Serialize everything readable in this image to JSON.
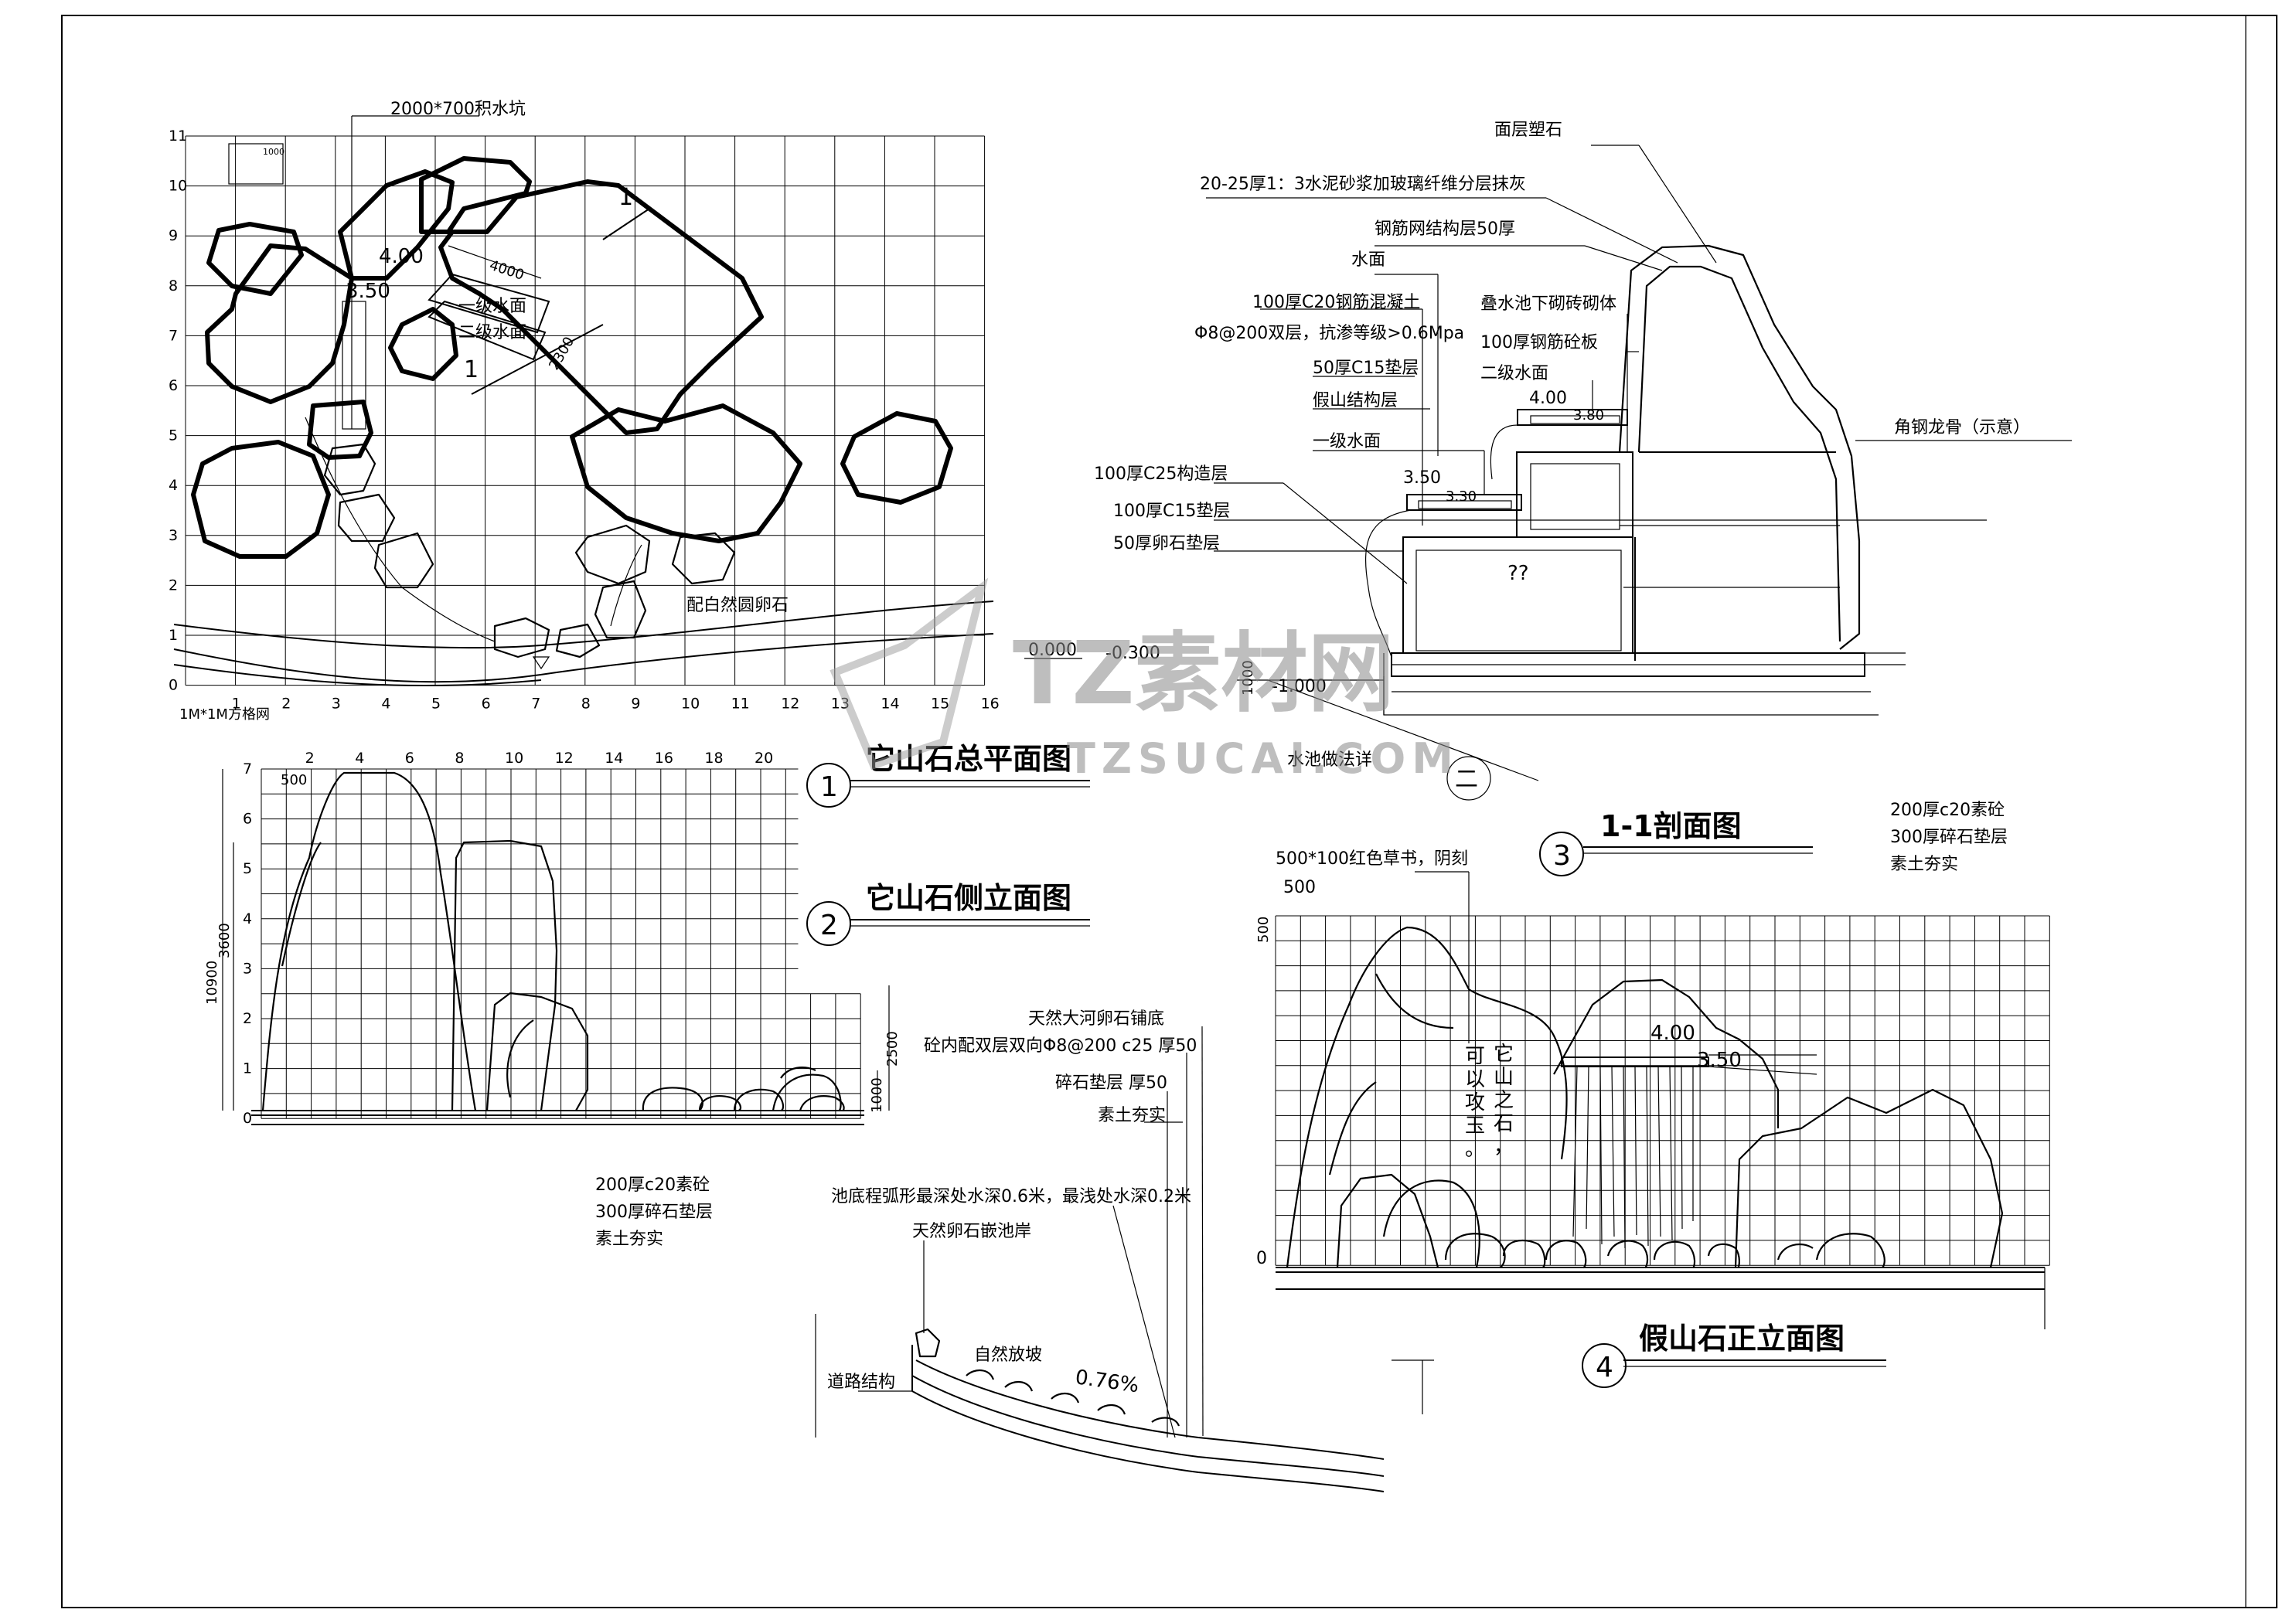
{
  "plan": {
    "title": "它山石总平面图",
    "number": "1",
    "grid_note": "1M*1M方格网",
    "pit_label": "2000*700积水坑",
    "level_1": "4.00",
    "level_2": "3.50",
    "dim_4000": "4000",
    "dim_2300": "2300",
    "water_1": "一级水面",
    "water_2": "二级水面",
    "section_mark": "1",
    "cobble_label": "配白然圆卵石",
    "dim_1000": "1000",
    "x_ticks": [
      "1",
      "2",
      "3",
      "4",
      "5",
      "6",
      "7",
      "8",
      "9",
      "10",
      "11",
      "12",
      "13",
      "14",
      "15",
      "16"
    ],
    "y_ticks": [
      "0",
      "1",
      "2",
      "3",
      "4",
      "5",
      "6",
      "7",
      "8",
      "9",
      "10",
      "11"
    ]
  },
  "side": {
    "title": "它山石侧立面图",
    "number": "2",
    "x_ticks": [
      "2",
      "4",
      "6",
      "8",
      "10",
      "12",
      "14",
      "16",
      "18",
      "20"
    ],
    "y_ticks": [
      "0",
      "1",
      "2",
      "3",
      "4",
      "5",
      "6",
      "7"
    ],
    "dim_500": "500",
    "dim_10900": "10900",
    "dim_3600": "3600",
    "dim_2500": "2500",
    "dim_1000": "1000",
    "notes": [
      "200厚c20素砼",
      "300厚碎石垫层",
      "素土夯实"
    ]
  },
  "section": {
    "title": "1-1剖面图",
    "number": "3",
    "labels": [
      "面层塑石",
      "20-25厚1：3水泥砂浆加玻璃纤维分层抹灰",
      "钢筋网结构层50厚",
      "水面",
      "100厚C20钢筋混凝土",
      "Φ8@200双层，抗渗等级>0.6Mpa",
      "50厚C15垫层",
      "假山结构层",
      "一级水面",
      "100厚C25构造层",
      "100厚C15垫层",
      "50厚卵石垫层",
      "叠水池下砌砖砌体",
      "100厚钢筋砼板",
      "二级水面",
      "角钢龙骨（示意）",
      "水池做法详"
    ],
    "lv_400": "4.00",
    "lv_380": "3.80",
    "lv_350": "3.50",
    "lv_330": "3.30",
    "lv_000": "0.000",
    "lv_m300": "-0.300",
    "lv_m1000": "-1.000",
    "dim_1000": "1000",
    "unknown": "??",
    "notes": [
      "200厚c20素砼",
      "300厚碎石垫层",
      "素土夯实"
    ]
  },
  "pond": {
    "labels": [
      "天然大河卵石铺底",
      "砼内配双层双向Φ8@200  c25 厚50",
      "碎石垫层  厚50",
      "素土夯实",
      "池底程弧形最深处水深0.6米，最浅处水深0.2米",
      "天然卵石嵌池岸",
      "自然放坡",
      "道路结构"
    ],
    "slope": "0.76%"
  },
  "front": {
    "title": "假山石正立面图",
    "number": "4",
    "note": "500*100红色草书，阴刻",
    "dim_500": "500",
    "lv_400": "4.00",
    "lv_350": "3.50",
    "inscription_1": "它山之石，",
    "inscription_2": "可以攻玉。",
    "zero": "0"
  },
  "watermark": {
    "brand": "TZ素材网",
    "url": "TZSUCAI.COM"
  }
}
